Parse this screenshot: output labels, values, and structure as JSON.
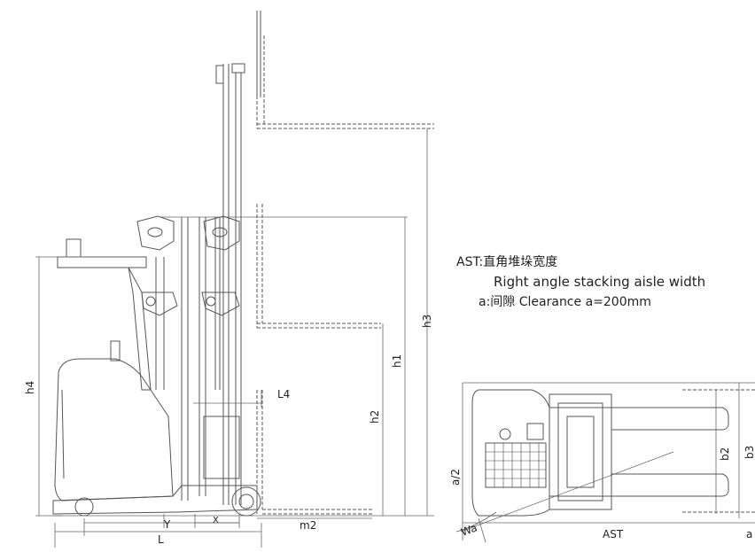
{
  "legend": {
    "line1": "AST:直角堆垛宽度",
    "line2": "Right angle stacking aisle width",
    "line3": "a:间隙 Clearance   a=200mm"
  },
  "side_view": {
    "labels": {
      "h4": "h4",
      "h3": "h3",
      "h1": "h1",
      "h2": "h2",
      "L4": "L4",
      "Y": "Y",
      "X": "X",
      "L": "L",
      "m2": "m2"
    }
  },
  "top_view": {
    "labels": {
      "a_half": "a/2",
      "b2": "b2",
      "b3": "b3",
      "Wa": "Wa",
      "AST": "AST",
      "a": "a"
    }
  }
}
